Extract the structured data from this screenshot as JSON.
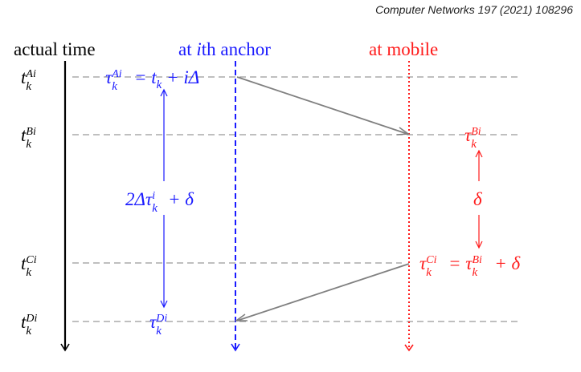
{
  "header": {
    "citation": "Computer Networks 197 (2021) 108296"
  },
  "columns": {
    "actual_time": "actual time",
    "anchor": {
      "prefix": "at ",
      "i": "i",
      "suffix": "th anchor"
    },
    "mobile": "at mobile"
  },
  "time_labels": [
    {
      "base": "t",
      "sub": "k",
      "sup": "Ai"
    },
    {
      "base": "t",
      "sub": "k",
      "sup": "Bi"
    },
    {
      "base": "t",
      "sub": "k",
      "sup": "Ci"
    },
    {
      "base": "t",
      "sub": "k",
      "sup": "Di"
    }
  ],
  "anchor_labels": {
    "send": {
      "tau": "τ",
      "sub": "k",
      "sup": "Ai",
      "rhs1": " = t",
      "rhs_sub": "k",
      "rhs2": " + iΔ"
    },
    "interval": {
      "lhs": "2Δτ",
      "sub": "k",
      "sup": "i",
      "rhs": " + δ"
    },
    "receive": {
      "tau": "τ",
      "sub": "k",
      "sup": "Di"
    }
  },
  "mobile_labels": {
    "receive": {
      "tau": "τ",
      "sub": "k",
      "sup": "Bi"
    },
    "delay": "δ",
    "reply": {
      "tau": "τ",
      "sub": "k",
      "sup": "Ci",
      "mid": " = τ",
      "sub2": "k",
      "sup2": "Bi",
      "rhs": " + δ"
    }
  },
  "colors": {
    "black": "#000000",
    "anchor": "#1a1aff",
    "mobile": "#ff1a1a",
    "gray": "#808080",
    "guide": "#999999"
  }
}
